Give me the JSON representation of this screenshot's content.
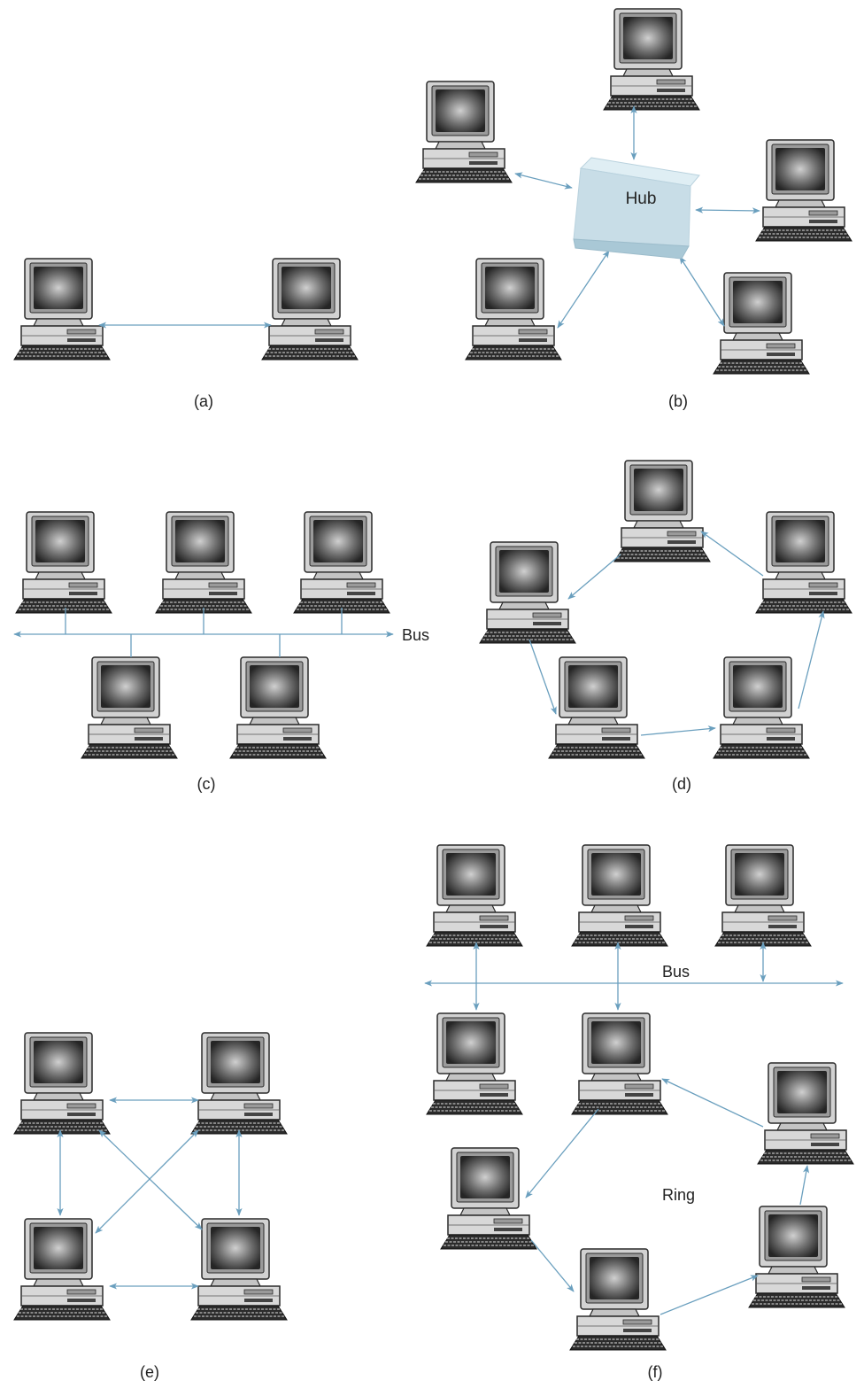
{
  "colors": {
    "link": "#6a9fbe",
    "hub_front": "#c8dde7",
    "hub_top": "#dfeef4",
    "hub_bottom": "#a9c8d6",
    "screen_dark": "#222222",
    "screen_light": "#cfcfcf",
    "case": "#d2d2d2",
    "outline": "#2a2a2a"
  },
  "captions": {
    "a": "(a)",
    "b": "(b)",
    "c": "(c)",
    "d": "(d)",
    "e": "(e)",
    "f": "(f)"
  },
  "labels": {
    "hub": "Hub",
    "bus_c": "Bus",
    "bus_f": "Bus",
    "ring_f": "Ring"
  },
  "icons": {
    "computer": "desktop-computer-icon",
    "hub": "hub-box-icon"
  }
}
